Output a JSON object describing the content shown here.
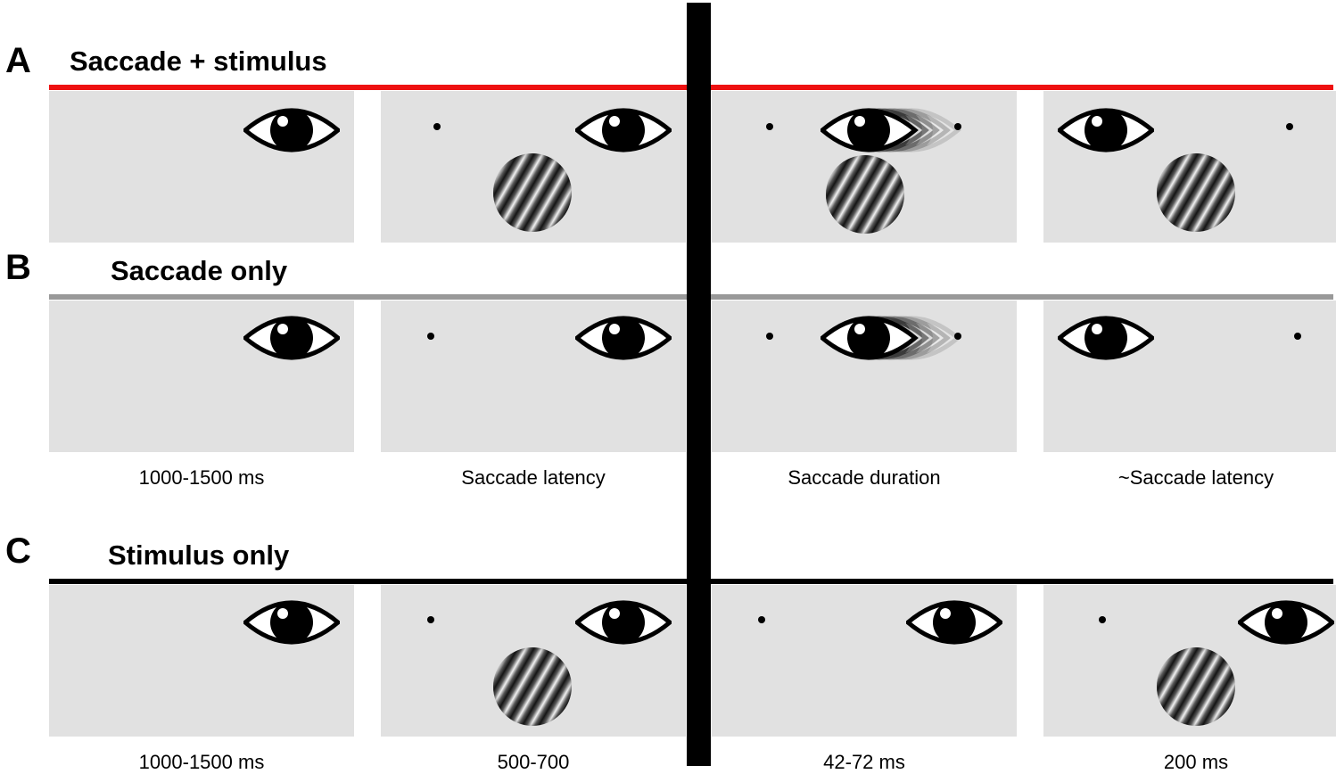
{
  "rows": [
    {
      "letter": "A",
      "title": "Saccade + stimulus",
      "rule_color": "#ee1111"
    },
    {
      "letter": "B",
      "title": "Saccade only",
      "rule_color": "#999999"
    },
    {
      "letter": "C",
      "title": "Stimulus only",
      "rule_color": "#000000"
    }
  ],
  "timing_labels_b": [
    "1000-1500 ms",
    "Saccade latency",
    "Saccade duration",
    "~Saccade latency"
  ],
  "timing_labels_c": [
    "1000-1500 ms",
    "500-700",
    "42-72 ms",
    "200 ms"
  ],
  "colors": {
    "panel": "#e1e1e1",
    "divider": "#000000"
  }
}
